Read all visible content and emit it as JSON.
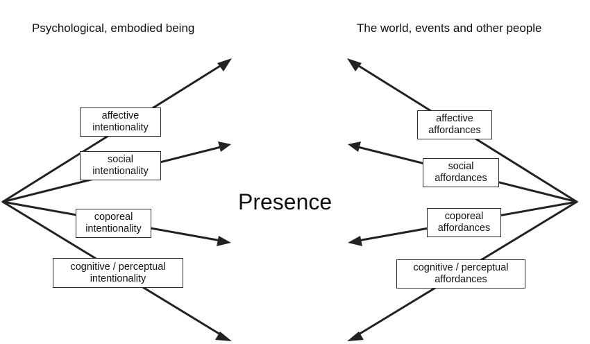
{
  "headings": {
    "left": "Psychological, embodied being",
    "right": "The world, events and other people"
  },
  "center_title": "Presence",
  "left_labels": [
    {
      "line1": "affective",
      "line2": "intentionality"
    },
    {
      "line1": "social",
      "line2": "intentionality"
    },
    {
      "line1": "coporeal",
      "line2": "intentionality"
    },
    {
      "line1": "cognitive / perceptual",
      "line2": "intentionality"
    }
  ],
  "right_labels": [
    {
      "line1": "affective",
      "line2": "affordances"
    },
    {
      "line1": "social",
      "line2": "affordances"
    },
    {
      "line1": "coporeal",
      "line2": "affordances"
    },
    {
      "line1": "cognitive / perceptual",
      "line2": "affordances"
    }
  ]
}
